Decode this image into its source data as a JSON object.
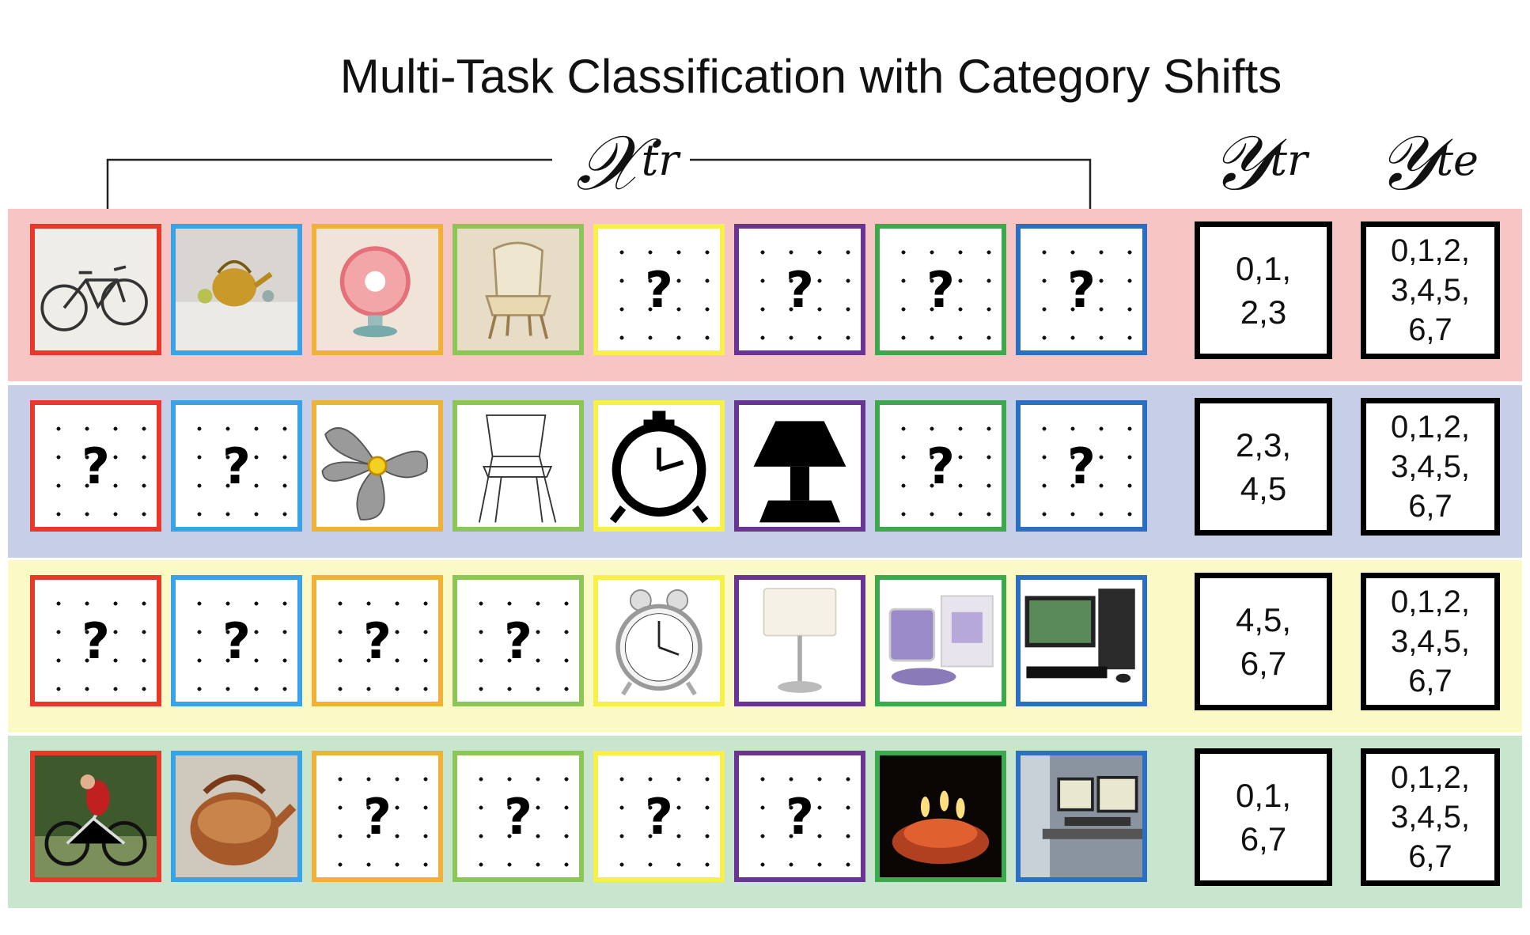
{
  "title": "Multi-Task Classification with Category Shifts",
  "headers": {
    "x": {
      "base": "𝒳",
      "sup": "tr"
    },
    "y_tr": {
      "base": "𝒴",
      "sup": "tr"
    },
    "y_te": {
      "base": "𝒴",
      "sup": "te"
    }
  },
  "unknown_mark": "?",
  "class_colors": [
    "#e8382a",
    "#3aa2e6",
    "#f0b13a",
    "#8cc657",
    "#f7ef4a",
    "#6a3495",
    "#3ea84c",
    "#2b6fc2"
  ],
  "rows": [
    {
      "background": "#f7c6c4",
      "cells": [
        {
          "known": true,
          "icon": "bicycle-sketch-icon"
        },
        {
          "known": true,
          "icon": "kettle-painting-icon"
        },
        {
          "known": true,
          "icon": "fan-painting-icon"
        },
        {
          "known": true,
          "icon": "chair-painting-icon"
        },
        {
          "known": false
        },
        {
          "known": false
        },
        {
          "known": false
        },
        {
          "known": false
        }
      ],
      "y_tr": "0,1,\n2,3",
      "y_te": "0,1,2,\n3,4,5,\n6,7"
    },
    {
      "background": "#c7cfe8",
      "cells": [
        {
          "known": false
        },
        {
          "known": false
        },
        {
          "known": true,
          "icon": "fan-clipart-icon"
        },
        {
          "known": true,
          "icon": "chair-clipart-icon"
        },
        {
          "known": true,
          "icon": "alarm-clock-clipart-icon"
        },
        {
          "known": true,
          "icon": "lamp-clipart-icon"
        },
        {
          "known": false
        },
        {
          "known": false
        }
      ],
      "y_tr": "2,3,\n4,5",
      "y_te": "0,1,2,\n3,4,5,\n6,7"
    },
    {
      "background": "#fbf9c6",
      "cells": [
        {
          "known": false
        },
        {
          "known": false
        },
        {
          "known": false
        },
        {
          "known": false
        },
        {
          "known": true,
          "icon": "alarm-clock-product-icon"
        },
        {
          "known": true,
          "icon": "lamp-product-icon"
        },
        {
          "known": true,
          "icon": "candle-product-icon"
        },
        {
          "known": true,
          "icon": "computer-product-icon"
        }
      ],
      "y_tr": "4,5,\n6,7",
      "y_te": "0,1,2,\n3,4,5,\n6,7"
    },
    {
      "background": "#c8e6cd",
      "cells": [
        {
          "known": true,
          "icon": "bicycle-photo-icon"
        },
        {
          "known": true,
          "icon": "kettle-photo-icon"
        },
        {
          "known": false
        },
        {
          "known": false
        },
        {
          "known": false
        },
        {
          "known": false
        },
        {
          "known": true,
          "icon": "candle-photo-icon"
        },
        {
          "known": true,
          "icon": "computer-photo-icon"
        }
      ],
      "y_tr": "0,1,\n6,7",
      "y_te": "0,1,2,\n3,4,5,\n6,7"
    }
  ]
}
